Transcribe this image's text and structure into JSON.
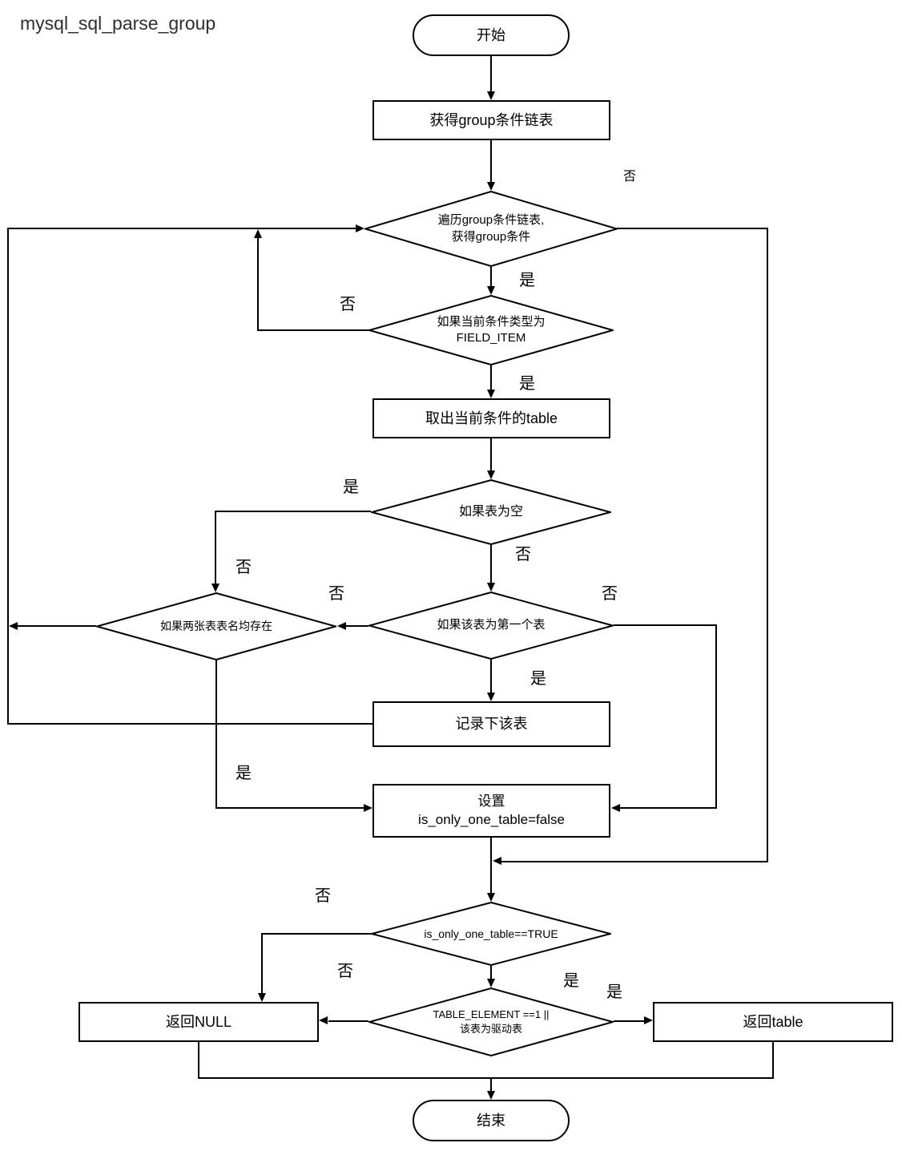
{
  "title": "mysql_sql_parse_group",
  "flowchart": {
    "nodes": {
      "start": "开始",
      "get_group_list": "获得group条件链表",
      "iterate_group_list": "遍历group条件链表,\n获得group条件",
      "cond_type_field_item": "如果当前条件类型为\nFIELD_ITEM",
      "get_cond_table": "取出当前条件的table",
      "table_empty": "如果表为空",
      "first_table": "如果该表为第一个表",
      "both_names_exist": "如果两张表表名均存在",
      "record_table": "记录下该表",
      "set_flag_false": "设置\nis_only_one_table=false",
      "only_one_table_true": "is_only_one_table==TRUE",
      "table_element_check": "TABLE_ELEMENT ==1 ||\n该表为驱动表",
      "return_null": "返回NULL",
      "return_table": "返回table",
      "end": "结束"
    },
    "branch_labels": {
      "yes": "是",
      "no": "否"
    },
    "edges": [
      {
        "from": "start",
        "to": "get_group_list",
        "label": ""
      },
      {
        "from": "get_group_list",
        "to": "iterate_group_list",
        "label": ""
      },
      {
        "from": "iterate_group_list",
        "to": "cond_type_field_item",
        "label": "是"
      },
      {
        "from": "iterate_group_list",
        "to": "only_one_table_true",
        "label": "否"
      },
      {
        "from": "cond_type_field_item",
        "to": "iterate_group_list",
        "label": "否"
      },
      {
        "from": "cond_type_field_item",
        "to": "get_cond_table",
        "label": "是"
      },
      {
        "from": "get_cond_table",
        "to": "table_empty",
        "label": ""
      },
      {
        "from": "table_empty",
        "to": "both_names_exist",
        "label": "是"
      },
      {
        "from": "table_empty",
        "to": "first_table",
        "label": "否"
      },
      {
        "from": "first_table",
        "to": "both_names_exist",
        "label": "否"
      },
      {
        "from": "first_table",
        "to": "record_table",
        "label": "是"
      },
      {
        "from": "first_table",
        "to": "set_flag_false",
        "label": "否"
      },
      {
        "from": "both_names_exist",
        "to": "iterate_group_list",
        "label": "否"
      },
      {
        "from": "both_names_exist",
        "to": "set_flag_false",
        "label": "是"
      },
      {
        "from": "record_table",
        "to": "iterate_group_list",
        "label": ""
      },
      {
        "from": "set_flag_false",
        "to": "only_one_table_true",
        "label": ""
      },
      {
        "from": "only_one_table_true",
        "to": "return_null",
        "label": "否"
      },
      {
        "from": "only_one_table_true",
        "to": "table_element_check",
        "label": "是"
      },
      {
        "from": "table_element_check",
        "to": "return_null",
        "label": "否"
      },
      {
        "from": "table_element_check",
        "to": "return_table",
        "label": "是"
      },
      {
        "from": "return_null",
        "to": "end",
        "label": ""
      },
      {
        "from": "return_table",
        "to": "end",
        "label": ""
      }
    ]
  }
}
